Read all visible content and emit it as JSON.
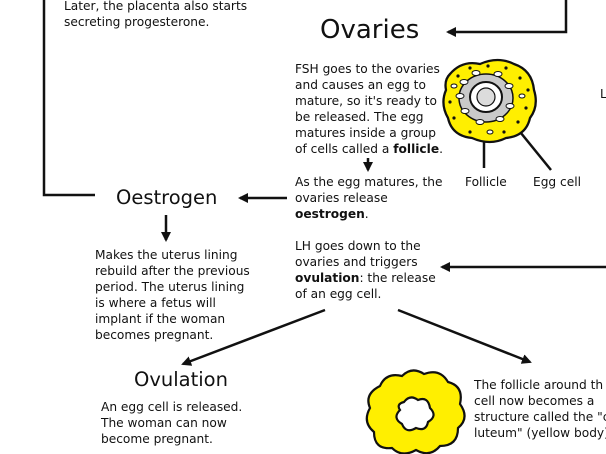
{
  "top_note": {
    "lines": [
      "Later, the placenta also starts",
      "secreting progesterone."
    ]
  },
  "ovaries": {
    "title": "Ovaries"
  },
  "fsh": {
    "lines": [
      [
        "FSH goes to the ovaries"
      ],
      [
        "and causes an egg to"
      ],
      [
        "mature, so it's ready to"
      ],
      [
        "be released. The egg"
      ],
      [
        "matures inside a group"
      ],
      [
        "of cells called a ",
        "follicle",
        "."
      ]
    ]
  },
  "egg_release": {
    "lines": [
      [
        "As the egg matures, the"
      ],
      [
        "ovaries release"
      ],
      [
        "",
        "oestrogen",
        "."
      ]
    ]
  },
  "labels": {
    "follicle": "Follicle",
    "egg_cell": "Egg cell",
    "right_edge_letter": "L"
  },
  "oestrogen": {
    "title": "Oestrogen",
    "lines": [
      "Makes the uterus lining",
      "rebuild after the previous",
      "period. The uterus lining",
      "is where a fetus will",
      "implant if the woman",
      "becomes pregnant."
    ]
  },
  "lh": {
    "lines": [
      [
        "LH goes down to the"
      ],
      [
        "ovaries and triggers"
      ],
      [
        "",
        "ovulation",
        ": the release"
      ],
      [
        "of an egg cell."
      ]
    ]
  },
  "ovulation": {
    "title": "Ovulation",
    "lines": [
      "An egg cell is released.",
      "The woman can now",
      "become pregnant."
    ]
  },
  "corpus": {
    "lines": [
      "The follicle around th",
      "cell now becomes a",
      "structure called the \"c",
      "luteum\" (yellow body)"
    ]
  },
  "colors": {
    "yellow": "#FFEF00",
    "black": "#111111"
  }
}
